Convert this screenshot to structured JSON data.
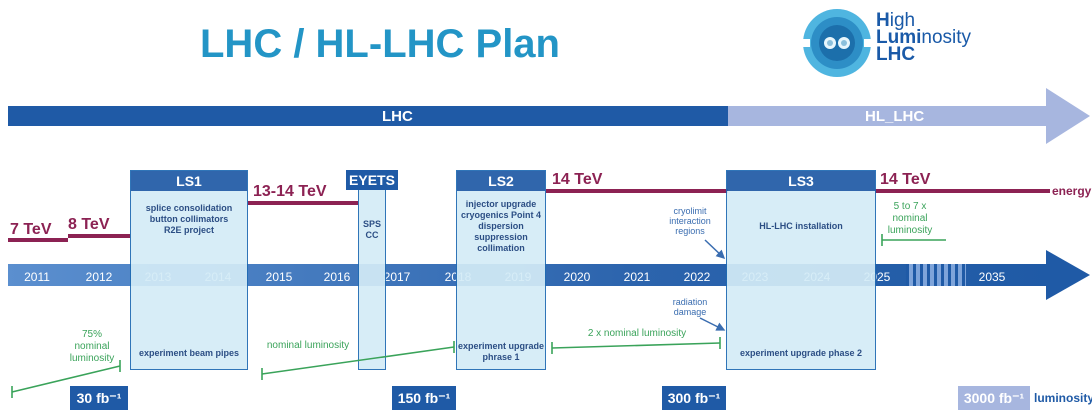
{
  "title": "LHC / HL-LHC Plan",
  "logo": {
    "line1_bold": "H",
    "line1_rest": "igh",
    "line2_bold": "Lumi",
    "line2_rest": "nosity",
    "line3": "LHC"
  },
  "phases": {
    "lhc": "LHC",
    "hl_lhc": "HL_LHC"
  },
  "energy": {
    "e2011": "7 TeV",
    "e2012": "8 TeV",
    "e2015": "13-14 TeV",
    "e2020": "14 TeV",
    "e2025": "14 TeV",
    "row_label": "energy"
  },
  "years": [
    "2011",
    "2012",
    "2013",
    "2014",
    "2015",
    "2016",
    "2017",
    "2018",
    "2019",
    "2020",
    "2021",
    "2022",
    "2023",
    "2024",
    "2025",
    "2035"
  ],
  "shutdowns": {
    "ls1": {
      "name": "LS1",
      "text": "splice consolidation\nbutton collimators\nR2E project",
      "bottom": "experiment beam pipes"
    },
    "eyets": {
      "name": "EYETS",
      "text": "SPS\nCC"
    },
    "ls2": {
      "name": "LS2",
      "text": "injector upgrade\ncryogenics Point 4\ndispersion\nsuppression\ncollimation",
      "bottom": "experiment upgrade\nphrase 1"
    },
    "ls3": {
      "name": "LS3",
      "text": "HL-LHC installation",
      "bottom": "experiment upgrade phase 2"
    }
  },
  "notes": {
    "cryolimit": "cryolimit\ninteraction\nregions",
    "radiation": "radiation\ndamage"
  },
  "lumi_levels": {
    "l75": "75%\nnominal\nluminosity",
    "nominal": "nominal luminosity",
    "x2": "2 x nominal luminosity",
    "x57": "5 to 7 x\nnominal\nluminosity"
  },
  "integrated": {
    "i30": "30 fb⁻¹",
    "i150": "150 fb⁻¹",
    "i300": "300 fb⁻¹",
    "i3000": "3000 fb⁻¹",
    "label": "luminosity"
  },
  "colors": {
    "title": "#2395c6",
    "lhc_bar": "#1f5aa6",
    "hl_bar": "#a7b6df",
    "energy": "#8c2253",
    "green": "#3aa35a"
  }
}
